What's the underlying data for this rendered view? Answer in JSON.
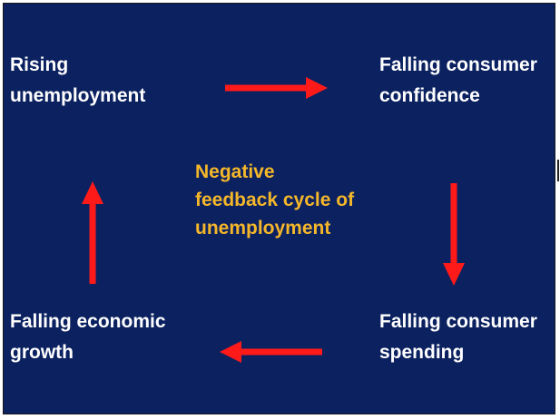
{
  "colors": {
    "background": "#0b2160",
    "node_text": "#ffffff",
    "center_text": "#f5b72a",
    "arrow": "#ff1a1a"
  },
  "nodes": [
    {
      "id": "rising-unemployment",
      "lines": [
        "Rising",
        "unemployment"
      ]
    },
    {
      "id": "falling-consumer-confidence",
      "lines": [
        "Falling consumer",
        "confidence"
      ]
    },
    {
      "id": "falling-consumer-spending",
      "lines": [
        "Falling consumer",
        "spending"
      ]
    },
    {
      "id": "falling-economic-growth",
      "lines": [
        "Falling economic",
        "growth"
      ]
    }
  ],
  "center": {
    "lines": [
      "Negative",
      "feedback cycle of",
      "unemployment"
    ]
  },
  "arrows": [
    {
      "from": "rising-unemployment",
      "to": "falling-consumer-confidence",
      "direction": "right"
    },
    {
      "from": "falling-consumer-confidence",
      "to": "falling-consumer-spending",
      "direction": "down"
    },
    {
      "from": "falling-consumer-spending",
      "to": "falling-economic-growth",
      "direction": "left"
    },
    {
      "from": "falling-economic-growth",
      "to": "rising-unemployment",
      "direction": "up"
    }
  ]
}
